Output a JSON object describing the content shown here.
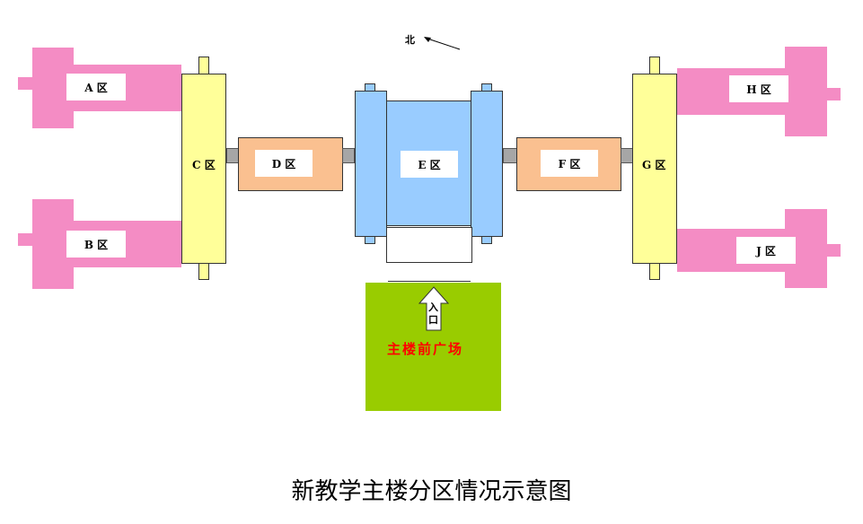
{
  "compass": {
    "label": "北"
  },
  "zones": {
    "a": "A 区",
    "b": "B 区",
    "c": "C 区",
    "d": "D 区",
    "e": "E 区",
    "f": "F 区",
    "g": "G 区",
    "h": "H 区",
    "j": "J 区"
  },
  "entrance": {
    "line1": "入",
    "line2": "口"
  },
  "plaza": {
    "label": "主楼前广场",
    "color": "#ff0000"
  },
  "caption": "新教学主楼分区情况示意图",
  "colors": {
    "wing": "#f48cc4",
    "connector_block": "#ffff99",
    "side_block": "#fac090",
    "center_block": "#99ccff",
    "plaza": "#99cc00"
  }
}
